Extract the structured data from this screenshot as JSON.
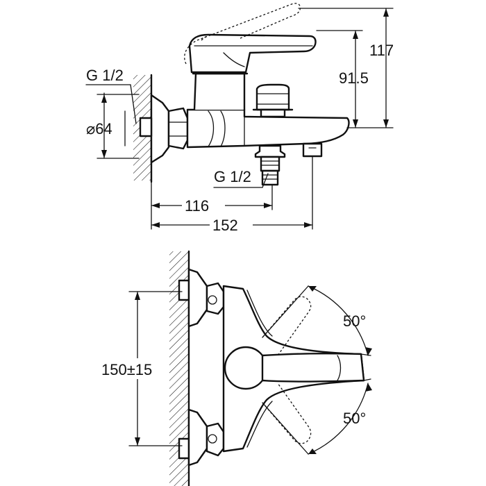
{
  "dimensions": {
    "thread_wall": "G 1/2",
    "diameter": "⌀64",
    "height_total": "117",
    "height_spout": "91.5",
    "thread_outlet": "G 1/2",
    "length_outlet": "116",
    "length_total": "152",
    "spacing": "150±15",
    "angle_upper": "50°",
    "angle_lower": "50°"
  }
}
